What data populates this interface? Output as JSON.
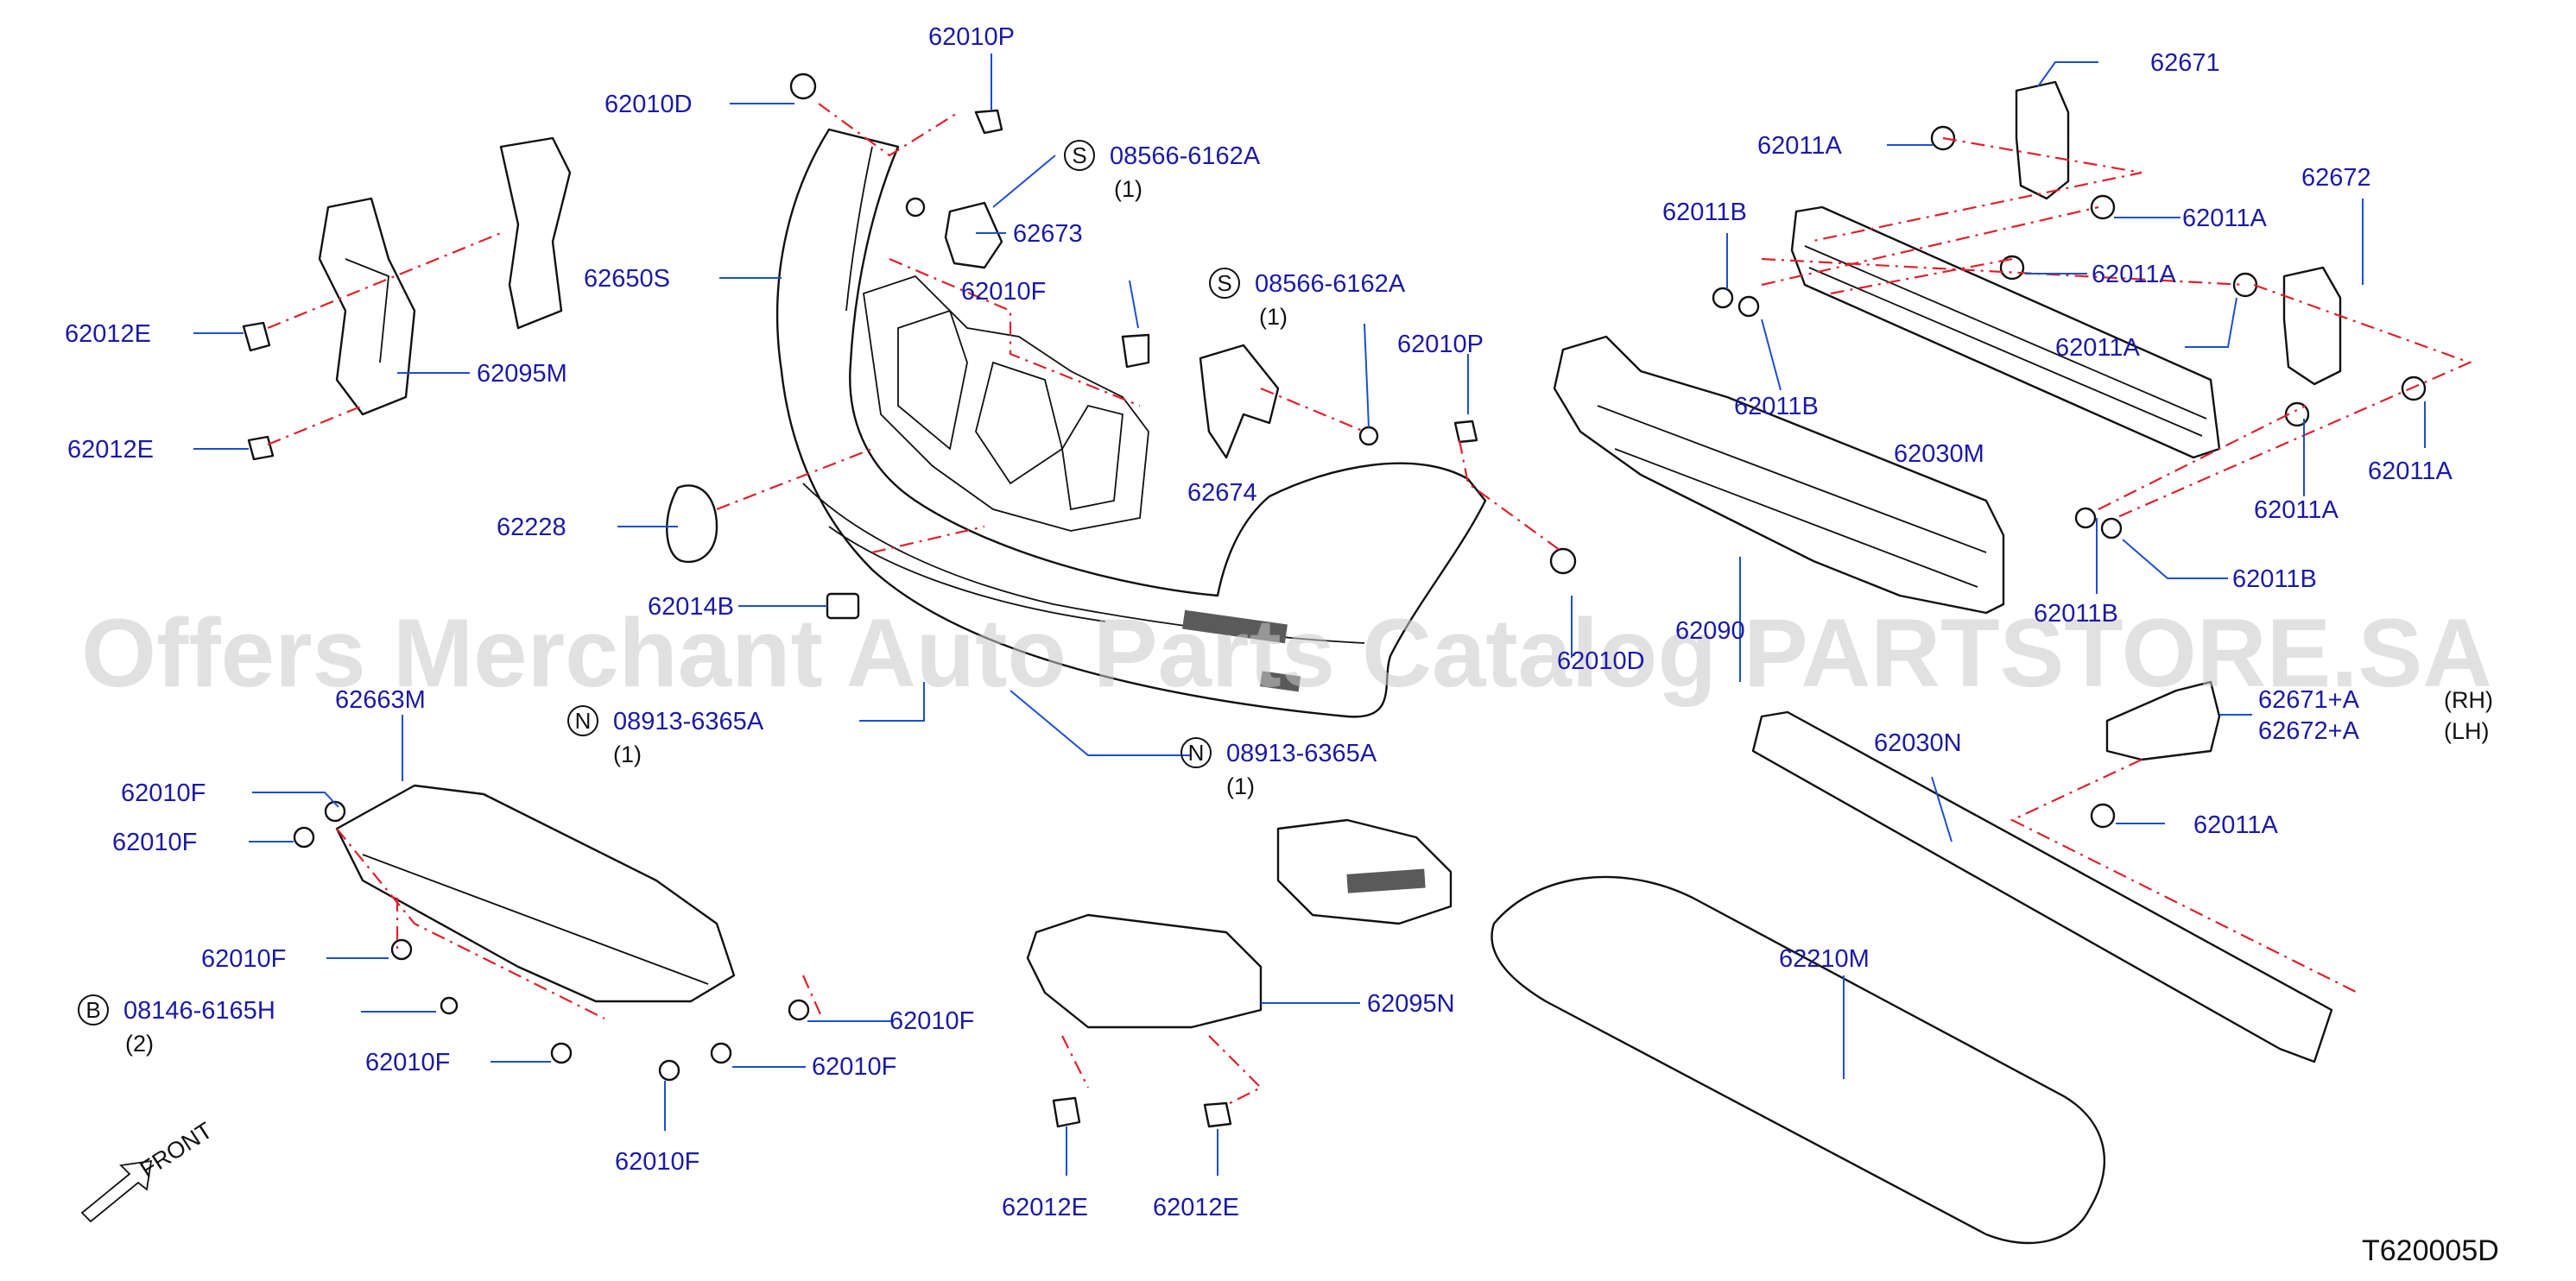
{
  "watermark": "Offers Merchant Auto Parts Catalog PARTSTORE.SA",
  "diagram_code": "T620005D",
  "front_label": "FRONT",
  "callouts": [
    {
      "id": "c01",
      "text": "62010P"
    },
    {
      "id": "c02",
      "text": "62010D"
    },
    {
      "id": "c03",
      "text": "08566-6162A",
      "sym": "S",
      "qty": "(1)"
    },
    {
      "id": "c04",
      "text": "62673"
    },
    {
      "id": "c05",
      "text": "62650S"
    },
    {
      "id": "c06",
      "text": "62010F"
    },
    {
      "id": "c07",
      "text": "08566-6162A",
      "sym": "S",
      "qty": "(1)"
    },
    {
      "id": "c08",
      "text": "62010P"
    },
    {
      "id": "c09",
      "text": "62674"
    },
    {
      "id": "c10",
      "text": "62012E"
    },
    {
      "id": "c11",
      "text": "62095M"
    },
    {
      "id": "c12",
      "text": "62012E"
    },
    {
      "id": "c13",
      "text": "62228"
    },
    {
      "id": "c14",
      "text": "62014B"
    },
    {
      "id": "c15",
      "text": "62663M"
    },
    {
      "id": "c16",
      "text": "08913-6365A",
      "sym": "N",
      "qty": "(1)"
    },
    {
      "id": "c17",
      "text": "08913-6365A",
      "sym": "N",
      "qty": "(1)"
    },
    {
      "id": "c18",
      "text": "62010D"
    },
    {
      "id": "c19",
      "text": "62671"
    },
    {
      "id": "c20",
      "text": "62011A"
    },
    {
      "id": "c21",
      "text": "62672"
    },
    {
      "id": "c22",
      "text": "62011B"
    },
    {
      "id": "c23",
      "text": "62011A"
    },
    {
      "id": "c24",
      "text": "62011A"
    },
    {
      "id": "c25",
      "text": "62011B"
    },
    {
      "id": "c26",
      "text": "62011A"
    },
    {
      "id": "c27",
      "text": "62030M"
    },
    {
      "id": "c28",
      "text": "62011A"
    },
    {
      "id": "c29",
      "text": "62011A"
    },
    {
      "id": "c30",
      "text": "62011B"
    },
    {
      "id": "c31",
      "text": "62090"
    },
    {
      "id": "c32",
      "text": "62011B"
    },
    {
      "id": "c33",
      "text": "62671+A",
      "suffix": "(RH)"
    },
    {
      "id": "c34",
      "text": "62672+A",
      "suffix": "(LH)"
    },
    {
      "id": "c35",
      "text": "62030N"
    },
    {
      "id": "c36",
      "text": "62011A"
    },
    {
      "id": "c37",
      "text": "62010F"
    },
    {
      "id": "c38",
      "text": "62010F"
    },
    {
      "id": "c39",
      "text": "62010F"
    },
    {
      "id": "c40",
      "text": "08146-6165H",
      "sym": "B",
      "qty": "(2)"
    },
    {
      "id": "c41",
      "text": "62010F"
    },
    {
      "id": "c42",
      "text": "62010F"
    },
    {
      "id": "c43",
      "text": "62010F"
    },
    {
      "id": "c44",
      "text": "62010F"
    },
    {
      "id": "c45",
      "text": "62095N"
    },
    {
      "id": "c46",
      "text": "62210M"
    },
    {
      "id": "c47",
      "text": "62012E"
    },
    {
      "id": "c48",
      "text": "62012E"
    }
  ]
}
